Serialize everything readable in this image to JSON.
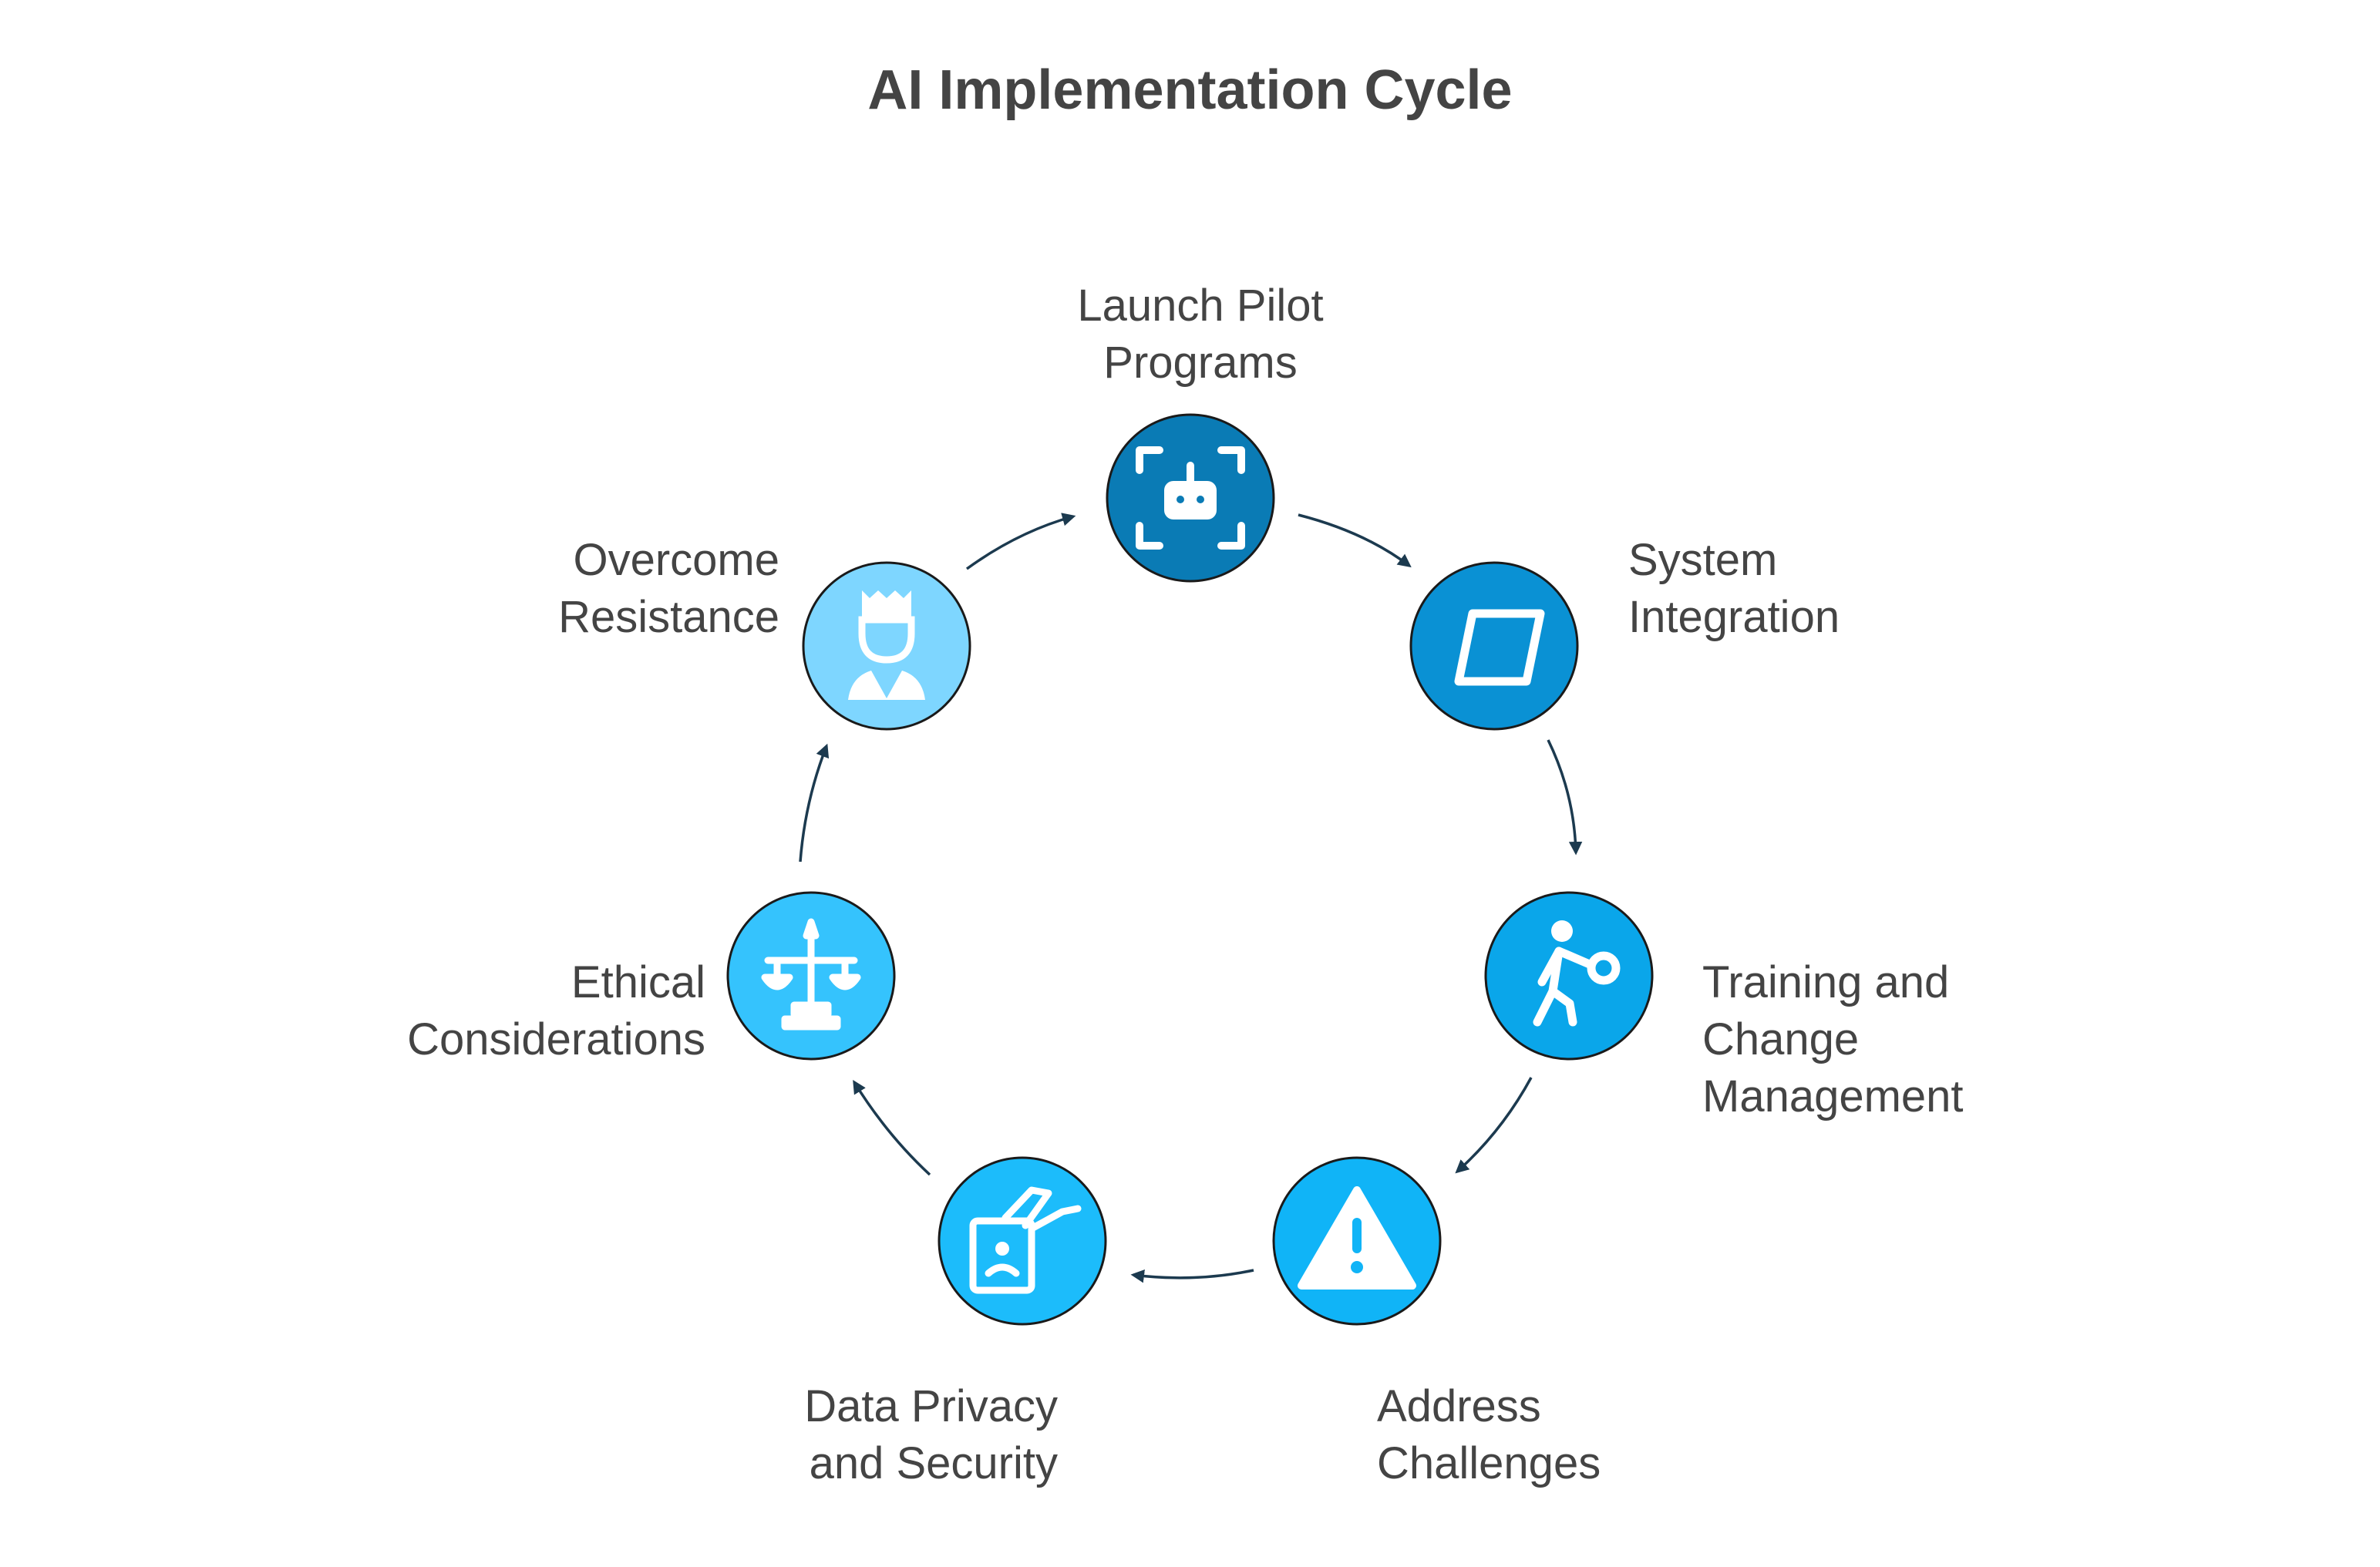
{
  "title": "AI Implementation Cycle",
  "colors": {
    "text": "#444444",
    "arrow": "#1c3a4f",
    "circle_border": "#1a1a1a",
    "icon": "#ffffff"
  },
  "nodes": [
    {
      "id": "launch",
      "lines": [
        "Launch Pilot",
        "Programs"
      ],
      "icon": "robot-icon",
      "color": "#0a7bb5"
    },
    {
      "id": "system",
      "lines": [
        "System",
        "Integration"
      ],
      "icon": "parallelogram-icon",
      "color": "#0a91d4"
    },
    {
      "id": "training",
      "lines": [
        "Training and",
        "Change",
        "Management"
      ],
      "icon": "boxing-person-icon",
      "color": "#0aa6ea"
    },
    {
      "id": "address",
      "lines": [
        "Address",
        "Challenges"
      ],
      "icon": "warning-icon",
      "color": "#10b4f7"
    },
    {
      "id": "privacy",
      "lines": [
        "Data Privacy",
        "and Security"
      ],
      "icon": "id-card-hand-icon",
      "color": "#1cbcfb"
    },
    {
      "id": "ethical",
      "lines": [
        "Ethical",
        "Considerations"
      ],
      "icon": "scales-icon",
      "color": "#35c3fd"
    },
    {
      "id": "overcome",
      "lines": [
        "Overcome",
        "Resistance"
      ],
      "icon": "chef-person-icon",
      "color": "#7ed6ff"
    }
  ]
}
